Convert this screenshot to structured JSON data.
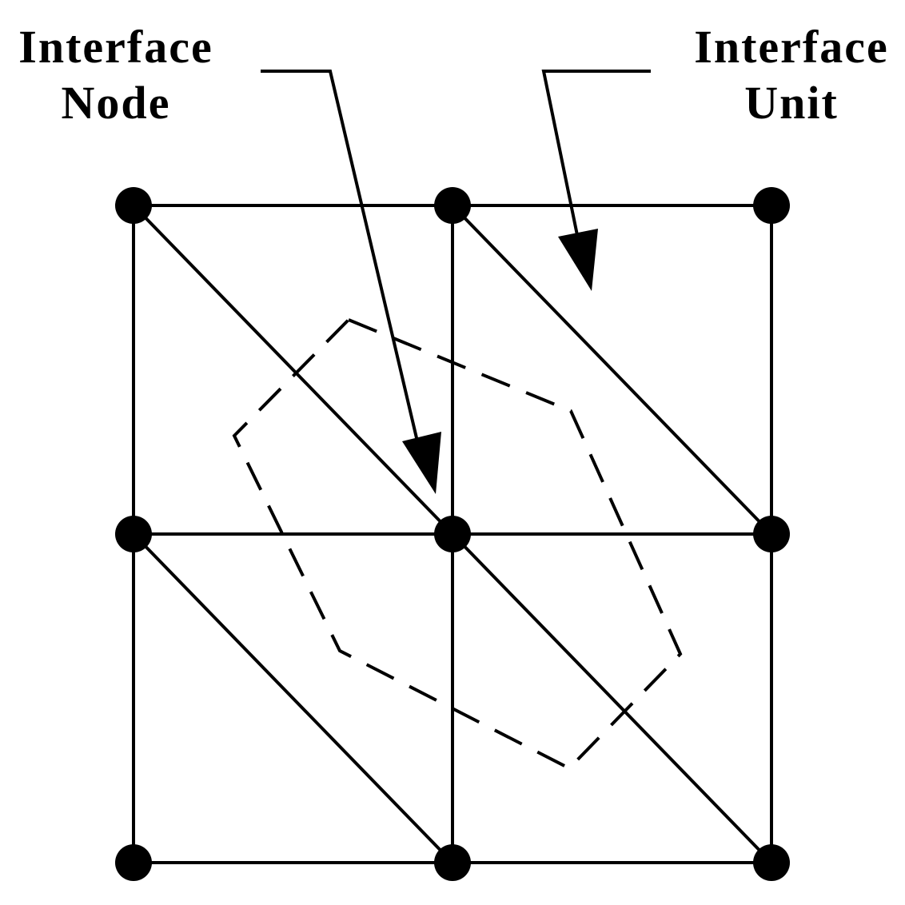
{
  "labels": {
    "interface_node": {
      "line1": "Interface",
      "line2": "Node"
    },
    "interface_unit": {
      "line1": "Interface",
      "line2": "Unit"
    }
  },
  "colors": {
    "stroke": "#000000",
    "background": "#ffffff"
  }
}
